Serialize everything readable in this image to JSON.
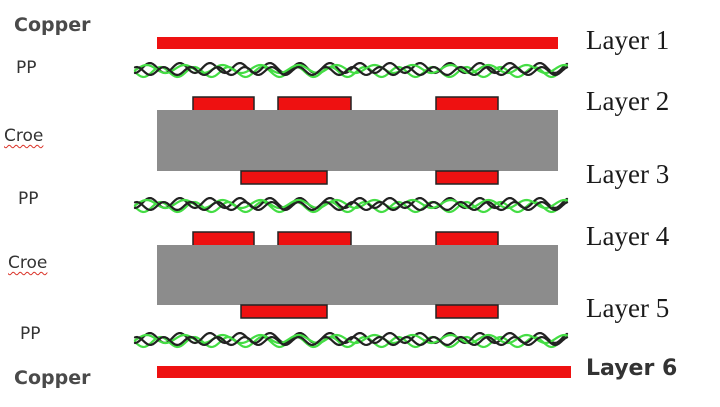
{
  "left_labels": {
    "copper_top": "Copper",
    "pp_1": "PP",
    "core_1": "Croe",
    "pp_2": "PP",
    "core_2": "Croe",
    "pp_3": "PP",
    "copper_bottom": "Copper"
  },
  "right_labels": {
    "layer_1": "Layer 1",
    "layer_2": "Layer 2",
    "layer_3": "Layer 3",
    "layer_4": "Layer 4",
    "layer_5": "Layer 5",
    "layer_6": "Layer 6"
  },
  "colors": {
    "copper": "#ee1111",
    "core": "#8c8c8c",
    "fiber_green": "#44dd44",
    "fiber_black": "#222222",
    "pad_outline": "#222222"
  }
}
